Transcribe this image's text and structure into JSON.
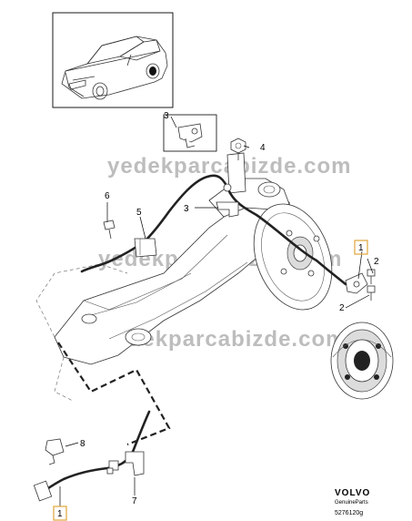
{
  "watermark": "yedekparcabizde.com",
  "callouts": {
    "c1_upper": "1",
    "c1_lower": "1",
    "c2_upper": "2",
    "c2_lower": "2",
    "c3_box": "3",
    "c3_mid": "3",
    "c4": "4",
    "c5": "5",
    "c6": "6",
    "c7": "7",
    "c8": "8"
  },
  "brand": {
    "name": "VOLVO",
    "subtitle": "GenuineParts",
    "part_number": "5276120g"
  },
  "colors": {
    "highlight_box": "#e0a53a",
    "line": "#333333",
    "watermark": "#bdbdbd"
  }
}
